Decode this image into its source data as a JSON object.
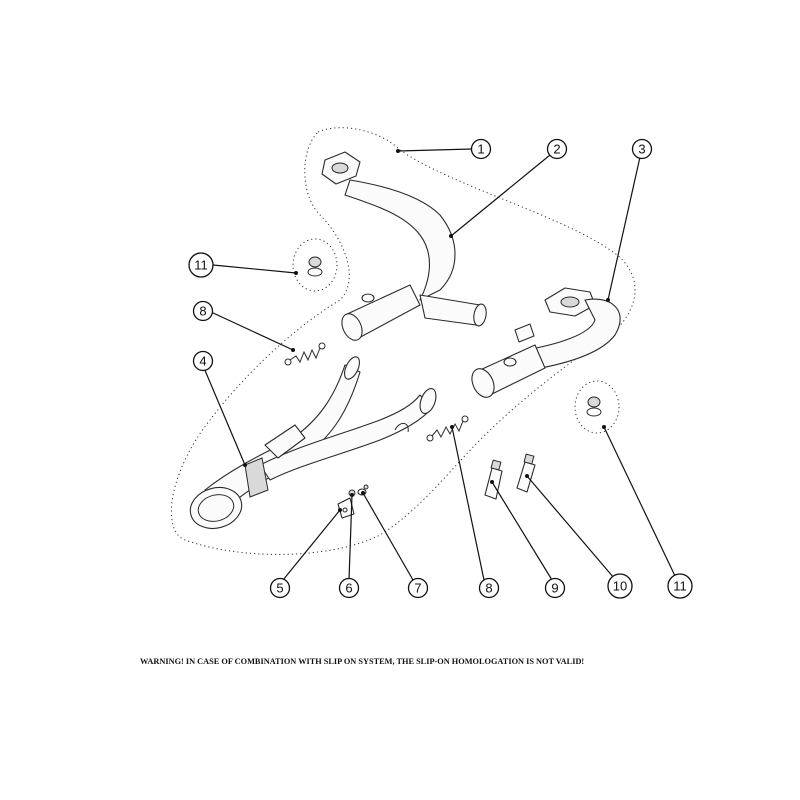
{
  "callouts": [
    {
      "number": "1",
      "part": "complete-header-kit"
    },
    {
      "number": "2",
      "part": "front-header-pipe"
    },
    {
      "number": "3",
      "part": "rear-header-pipe"
    },
    {
      "number": "4",
      "part": "collector-y-pipe"
    },
    {
      "number": "5",
      "part": "bracket"
    },
    {
      "number": "6",
      "part": "nut"
    },
    {
      "number": "7",
      "part": "washer-screw"
    },
    {
      "number": "8",
      "part": "spring"
    },
    {
      "number": "9",
      "part": "sealant-tube"
    },
    {
      "number": "10",
      "part": "grease-tube"
    },
    {
      "number": "11",
      "part": "sensor-plug"
    }
  ],
  "warning_text": "WARNING! IN CASE OF COMBINATION WITH SLIP ON SYSTEM, THE SLIP-ON HOMOLOGATION IS NOT VALID!",
  "colors": {
    "line": "#2b2b2b",
    "background": "#ffffff"
  }
}
